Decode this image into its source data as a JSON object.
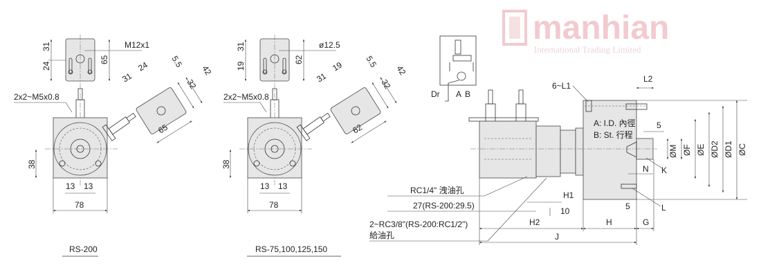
{
  "rs200_view": {
    "plate_dims": {
      "top": "31",
      "bottom": "24",
      "height": "65",
      "thread": "M12x1"
    },
    "rotated_dims": {
      "a": "31",
      "b": "24",
      "c": "5.5",
      "d": "32",
      "e": "42",
      "width": "65"
    },
    "bolt_label": "2x2~M5x0.8",
    "height_dim": "38",
    "offset_left": "13",
    "offset_right": "13",
    "width_dim": "78",
    "caption": "RS-200"
  },
  "rs75_view": {
    "plate_dims": {
      "top": "31",
      "bottom": "19",
      "height": "62",
      "thread": "ø12.5"
    },
    "rotated_dims": {
      "a": "31",
      "b": "19",
      "c": "5.5",
      "d": "32",
      "e": "42",
      "width": "62"
    },
    "bolt_label": "2x2~M5x0.8",
    "height_dim": "38",
    "offset_left": "13",
    "offset_right": "13",
    "width_dim": "78",
    "caption": "RS-75,100,125,150"
  },
  "side_view": {
    "schematic": {
      "dr": "Dr",
      "a": "A",
      "b": "B"
    },
    "l1": "6~L1",
    "l2": "L2",
    "legend_a": "A: I.D. 內徑",
    "legend_b": "B: St.  行程",
    "dim_5_top": "5",
    "dia_labels": [
      "ØM",
      "ØF",
      "ØE",
      "ØD2",
      "ØD1",
      "ØC"
    ],
    "n": "N",
    "k": "K",
    "l": "L",
    "dim_5_bottom": "5",
    "h1": "H1",
    "dim_10": "10",
    "h2": "H2",
    "h": "H",
    "g": "G",
    "j": "J",
    "drain_port": "RC1/4\" 洩油孔",
    "dim_27": "27(RS-200:29.5)",
    "supply_port_1": "2~RC3/8\"(RS-200:RC1/2\")",
    "supply_port_2": "給油孔"
  },
  "watermark": {
    "brand": "manhian",
    "subtitle": "International Trading Limited",
    "color": "#e8a0a8"
  }
}
